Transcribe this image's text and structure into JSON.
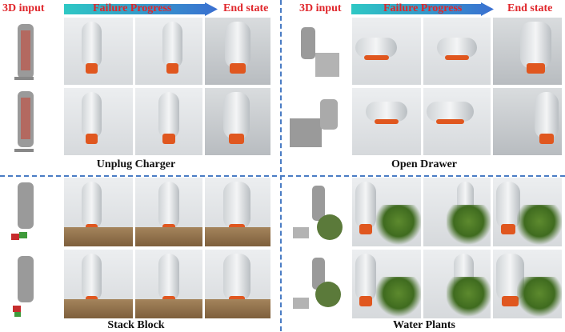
{
  "headers": {
    "input_left": "3D input",
    "progress_left": "Failure Progress",
    "end_left": "End state",
    "input_right": "3D input",
    "progress_right": "Failure Progress",
    "end_right": "End state"
  },
  "tasks": {
    "unplug": "Unplug Charger",
    "drawer": "Open Drawer",
    "stack": "Stack Block",
    "water": "Water Plants"
  },
  "colors": {
    "header_text": "#e0262b",
    "arrow_start": "#2ec8c4",
    "arrow_end": "#3a6fd1",
    "divider": "#4a7cc4",
    "gripper": "#e0571f"
  }
}
